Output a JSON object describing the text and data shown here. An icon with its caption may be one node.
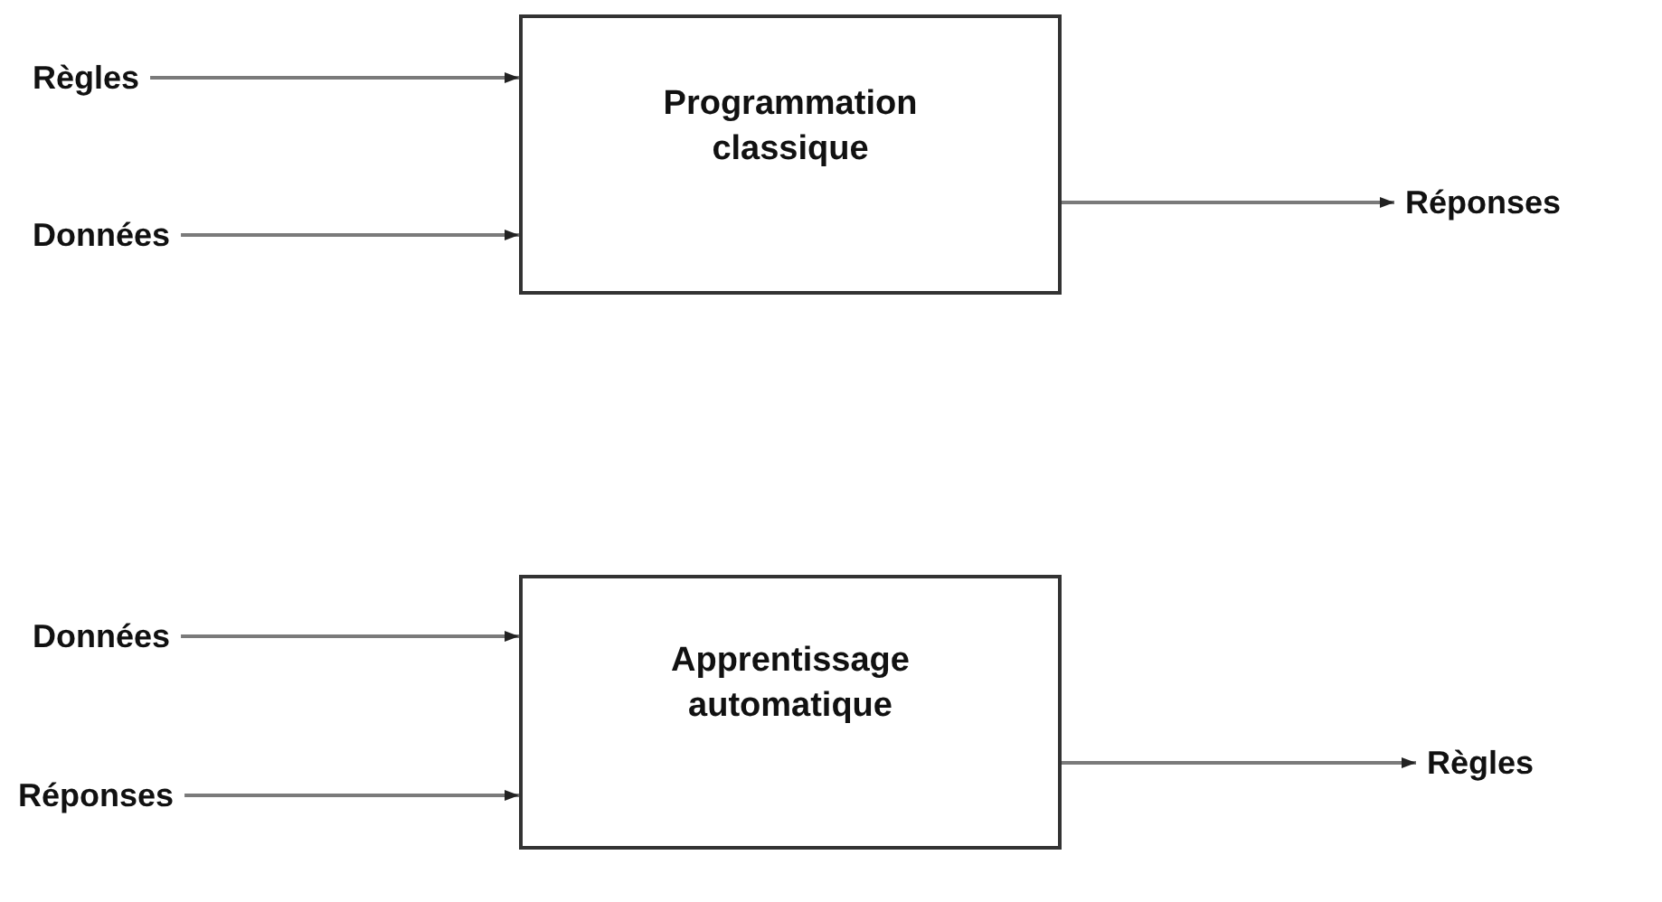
{
  "diagram": {
    "nodes": [
      {
        "text": [
          "Règles"
        ]
      },
      {
        "text": [
          "Données"
        ]
      },
      {
        "text": [
          "Programmation classique"
        ]
      },
      {
        "text": [
          "Réponses"
        ]
      },
      {
        "text": [
          "Données"
        ]
      },
      {
        "text": [
          "Réponses"
        ]
      },
      {
        "text": [
          "Apprentissage automatique"
        ]
      },
      {
        "text": [
          "Règles"
        ]
      }
    ],
    "edges": [
      {
        "from": 0,
        "to": 2,
        "arrow": "to"
      },
      {
        "from": 1,
        "to": 2,
        "arrow": "to"
      },
      {
        "from": 2,
        "to": 3,
        "arrow": "to"
      },
      {
        "from": 4,
        "to": 6,
        "arrow": "to"
      },
      {
        "from": 5,
        "to": 6,
        "arrow": "to"
      },
      {
        "from": 6,
        "to": 7,
        "arrow": "to"
      }
    ]
  }
}
